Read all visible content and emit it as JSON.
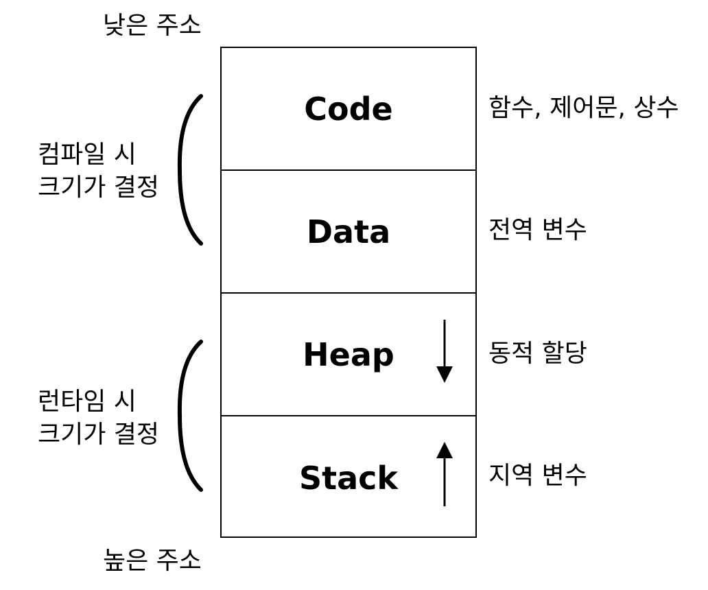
{
  "address": {
    "low": "낮은 주소",
    "high": "높은 주소"
  },
  "segments": [
    {
      "name": "Code",
      "description": "함수, 제어문, 상수"
    },
    {
      "name": "Data",
      "description": "전역 변수"
    },
    {
      "name": "Heap",
      "description": "동적 할당"
    },
    {
      "name": "Stack",
      "description": "지역 변수"
    }
  ],
  "groups": {
    "compile_time": {
      "line1": "컴파일 시",
      "line2": "크기가 결정"
    },
    "run_time": {
      "line1": "런타임 시",
      "line2": "크기가 결정"
    }
  }
}
